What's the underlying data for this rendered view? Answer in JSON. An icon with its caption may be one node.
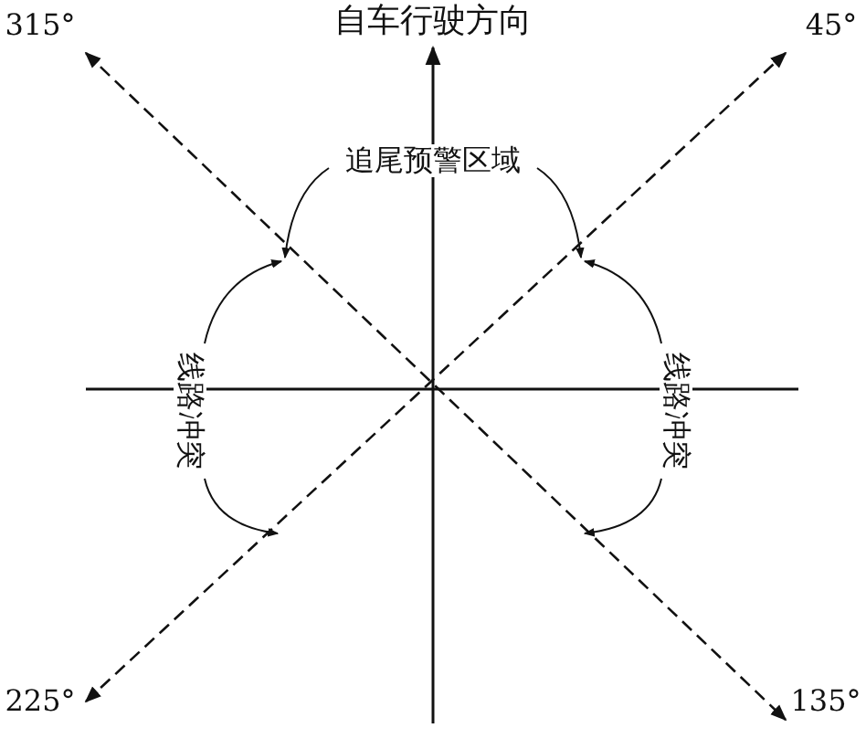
{
  "diagram": {
    "labels": [
      "自车行驶方向",
      "315°",
      "45°",
      "追尾预警区域",
      "线路冲突",
      "线路冲突",
      "225°",
      "135°"
    ]
  }
}
